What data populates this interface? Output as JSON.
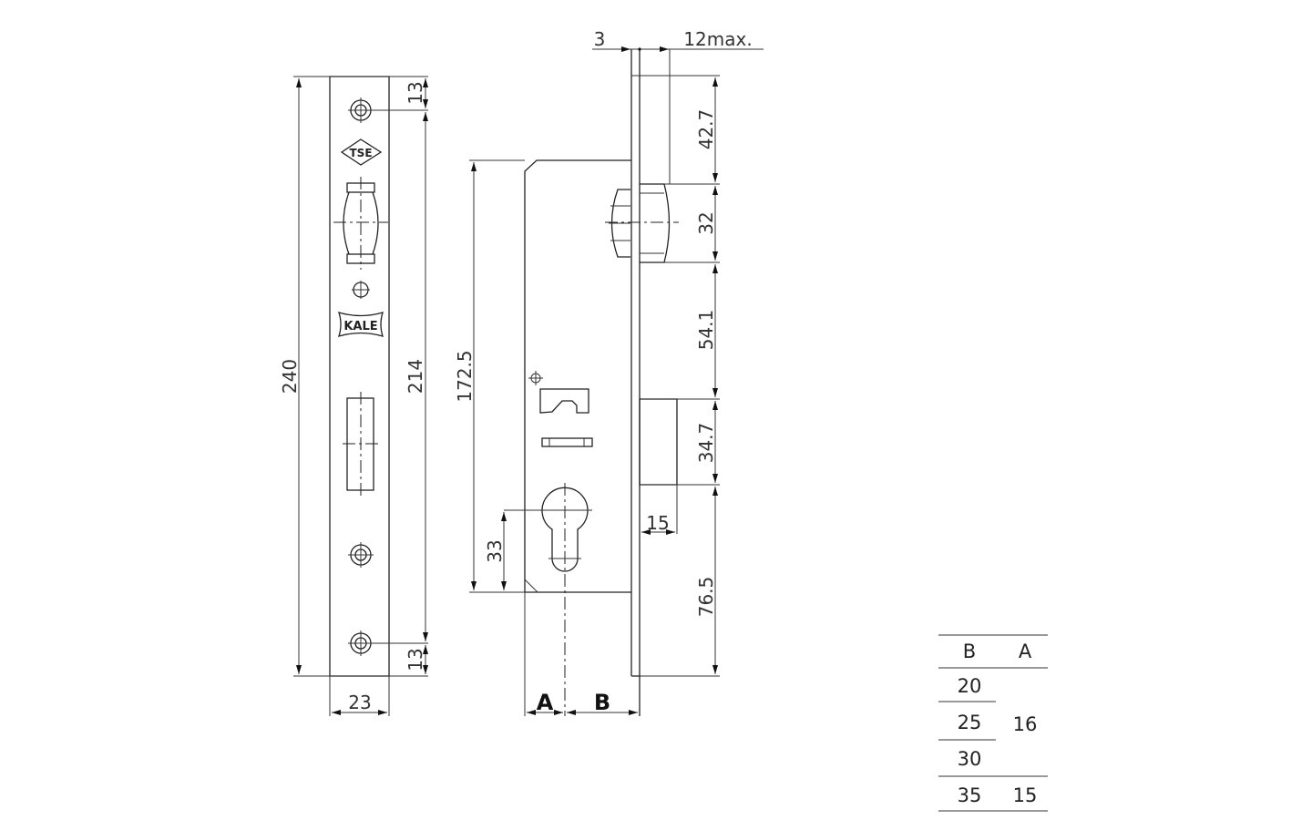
{
  "faceplate_view": {
    "dims": {
      "height_total": "240",
      "screw_spacing": "214",
      "top_offset": "13",
      "bottom_offset": "13",
      "width": "23"
    },
    "logos": {
      "tse": "TSE",
      "kale": "KALE"
    }
  },
  "side_view": {
    "dims": {
      "faceplate_thickness": "3",
      "latch_projection": "12max.",
      "top_to_latch": "42.7",
      "latch_height": "32",
      "latch_to_bolt": "54.1",
      "bolt_height": "34.7",
      "bolt_to_bottom": "76.5",
      "bolt_projection": "15",
      "case_height": "172.5",
      "cylinder_offset": "33"
    },
    "labels": {
      "a": "A",
      "b": "B"
    }
  },
  "table": {
    "headers": [
      "B",
      "A"
    ],
    "b_values": [
      "20",
      "25",
      "30",
      "35"
    ],
    "a_values": [
      "16",
      "15"
    ]
  }
}
